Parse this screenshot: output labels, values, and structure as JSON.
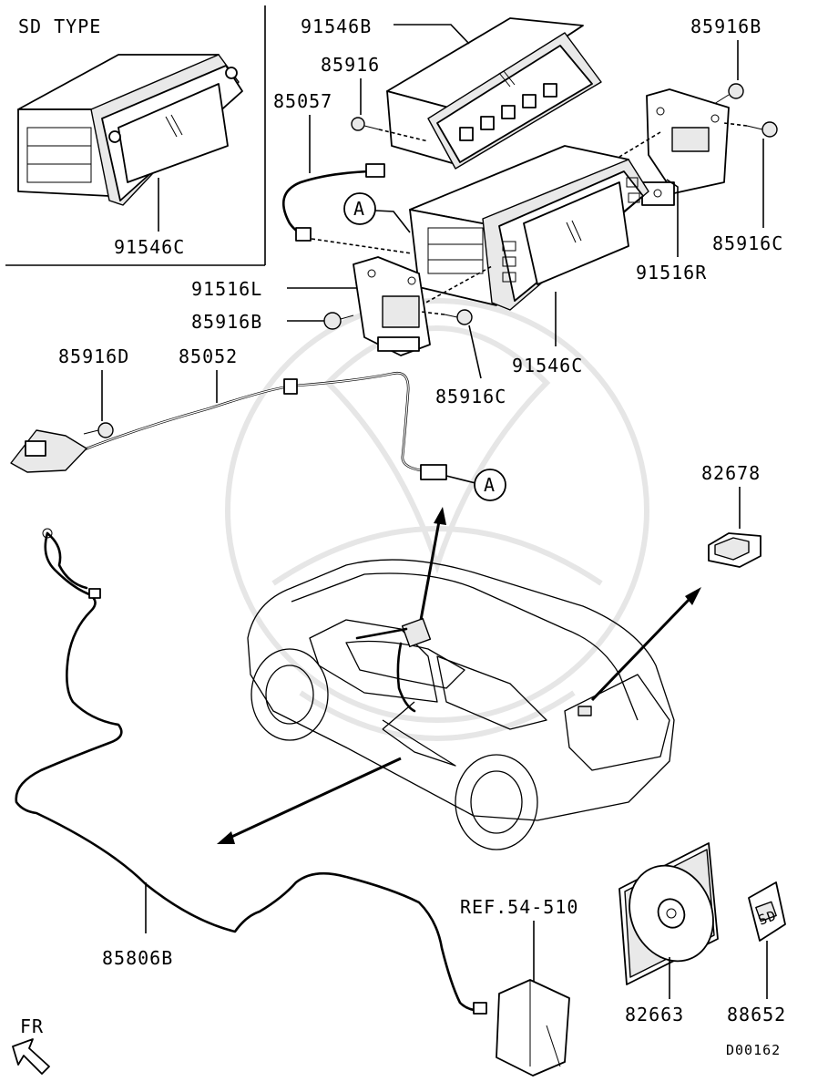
{
  "inset_title": "SD TYPE",
  "labels": {
    "inset_part": "91546C",
    "front_panel": "91546B",
    "screw_top": "85916",
    "cable_top": "85057",
    "bolt_top_right": "85916B",
    "screw_right": "85916C",
    "bracket_right": "91516R",
    "bracket_left": "91516L",
    "bolt_left": "85916B",
    "head_unit": "91546C",
    "screw_bracket_left": "85916C",
    "bolt_bottom_left": "85916D",
    "cable_main": "85052",
    "switch": "82678",
    "antenna_harness": "85806B",
    "reference": "REF.54-510",
    "disc": "82663",
    "sd_card": "88652",
    "diagram_code": "D00162",
    "front_direction": "FR",
    "connector_ref_a": "A",
    "connector_ref_b": "A",
    "sd_logo": "SD"
  }
}
